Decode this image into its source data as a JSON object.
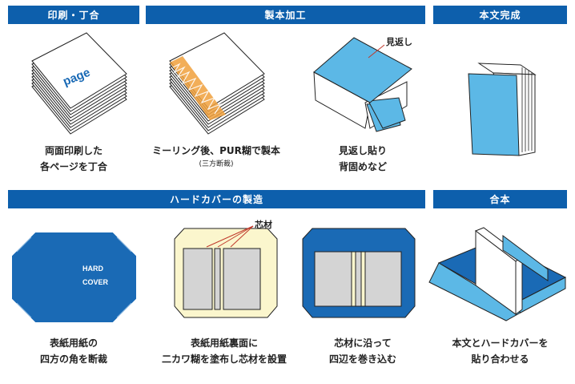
{
  "headers": {
    "printing": "印刷・丁合",
    "binding": "製本加工",
    "body_complete": "本文完成",
    "hardcover": "ハードカバーの製造",
    "assembly": "合本"
  },
  "steps": {
    "step1": {
      "line1": "両面印刷した",
      "line2": "各ページを丁合",
      "book_text": "page"
    },
    "step2": {
      "line1": "ミーリング後、PUR糊で製本",
      "note": "(三方断裁)"
    },
    "step3": {
      "line1": "見返し貼り",
      "line2": "背固めなど",
      "callout": "見返し"
    },
    "step5": {
      "line1": "表紙用紙の",
      "line2": "四方の角を断裁",
      "cover_line1": "HARD",
      "cover_line2": "COVER"
    },
    "step6": {
      "line1": "表紙用紙裏面に",
      "line2": "二カワ糊を塗布し芯材を設置",
      "callout": "芯材"
    },
    "step7": {
      "line1": "芯材に沿って",
      "line2": "四辺を巻き込む"
    },
    "step8": {
      "line1": "本文とハードカバーを",
      "line2": "貼り合わせる"
    }
  },
  "colors": {
    "header_blue": "#0d5fac",
    "light_blue": "#5cb8e6",
    "cover_blue": "#1a6ab5",
    "board_gray": "#d4d4d4",
    "glue_cream": "#fbf6cd",
    "glue_orange": "#f0a03c"
  }
}
